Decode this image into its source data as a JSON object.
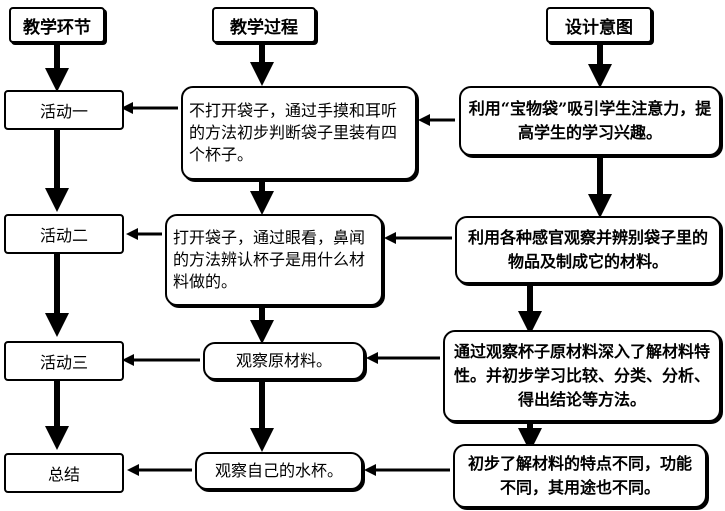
{
  "headers": {
    "stage": "教学环节",
    "process": "教学过程",
    "intent": "设计意图"
  },
  "stages": [
    "活动一",
    "活动二",
    "活动三",
    "总结"
  ],
  "process": [
    "不打开袋子，通过手摸和耳听的方法初步判断袋子里装有四个杯子。",
    "打开袋子，通过眼看，鼻闻的方法辨认杯子是用什么材料做的。",
    "观察原材料。",
    "观察自己的水杯。"
  ],
  "intent": [
    "利用“宝物袋”吸引学生注意力，提高学生的学习兴趣。",
    "利用各种感官观察并辨别袋子里的物品及制成它的材料。",
    "通过观察杯子原材料深入了解材料特性。并初步学习比较、分类、分析、得出结论等方法。",
    "初步了解材料的特点不同，功能不同，其用途也不同。"
  ]
}
